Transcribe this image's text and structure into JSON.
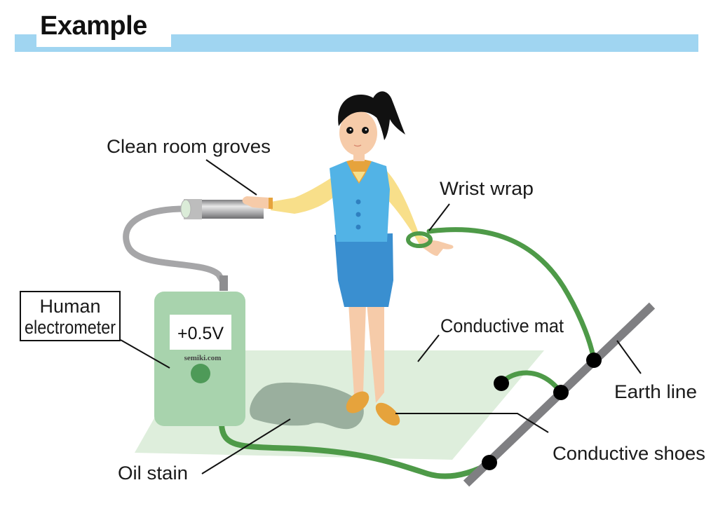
{
  "header": {
    "title": "Example"
  },
  "labels": {
    "clean_room_groves": "Clean room groves",
    "wrist_wrap": "Wrist wrap",
    "human_electrometer_line1": "Human",
    "human_electrometer_line2": "electrometer",
    "conductive_mat": "Conductive mat",
    "earth_line": "Earth line",
    "conductive_shoes": "Conductive shoes",
    "oil_stain": "Oil stain"
  },
  "device": {
    "reading": "+0.5V",
    "brand": "semiki.com"
  },
  "colors": {
    "header_bar": "#a0d5f1",
    "device_body": "#a8d3ad",
    "device_button": "#4e9a58",
    "ground_wire": "#4e9a48",
    "mat": "#deeedc",
    "oil_stain": "#9aaf9e",
    "earth_line": "#7f7f82",
    "vest": "#52b3e6",
    "skirt": "#3a8fd0",
    "sleeve": "#f8df8a",
    "shoes": "#e6a33c",
    "skin": "#f6cba9",
    "hair": "#111111"
  }
}
